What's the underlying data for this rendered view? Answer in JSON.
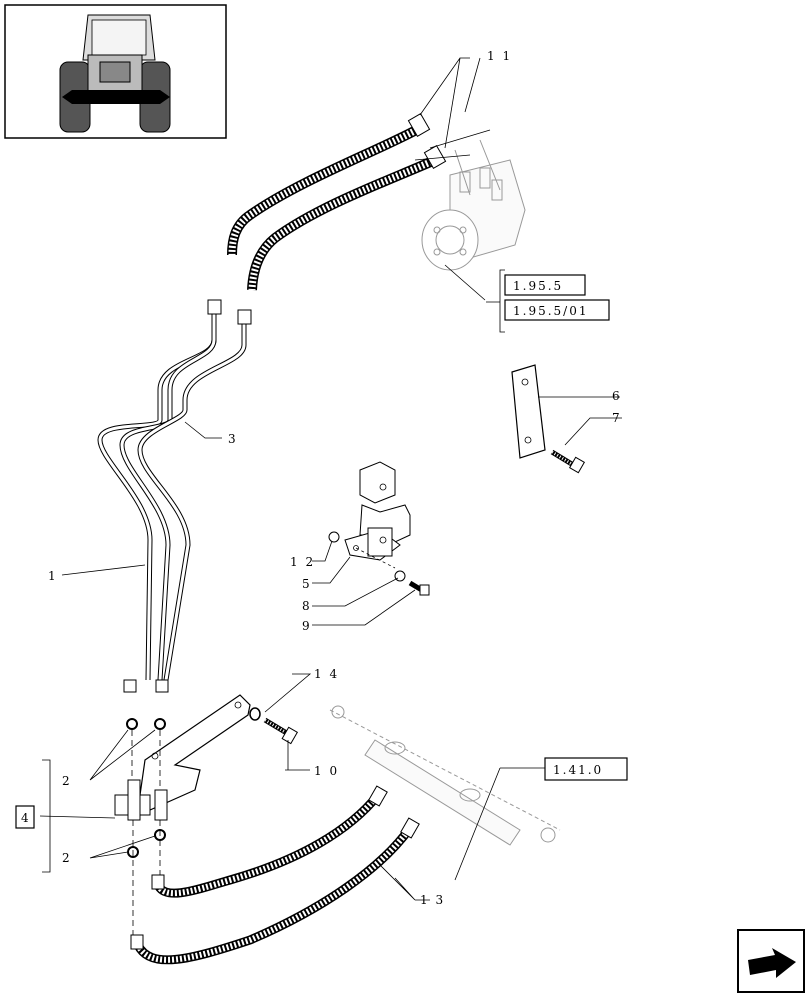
{
  "callouts": {
    "c11": "1 1",
    "c3": "3",
    "c1": "1",
    "c6": "6",
    "c7": "7",
    "c12": "1 2",
    "c5": "5",
    "c8": "8",
    "c9": "9",
    "c14": "1 4",
    "c10": "1 0",
    "c2a": "2",
    "c4": "4",
    "c2b": "2",
    "c13": "1 3"
  },
  "refs": {
    "r1": "1.95.5",
    "r2": "1.95.5/01",
    "r3": "1.41.0"
  }
}
